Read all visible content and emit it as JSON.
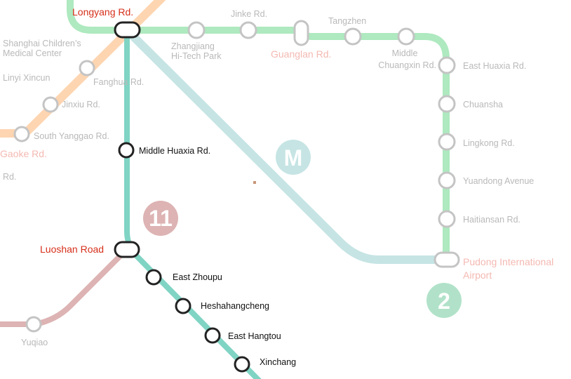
{
  "colors": {
    "line2": "#aee9bf",
    "line16": "#fdd5b1",
    "line11": "#80d4c4",
    "line11_branch": "#ddb3b3",
    "maglev": "#c6e4e4",
    "transfer_label": "#d62f1a",
    "other_line_label": "#f4b9b2"
  },
  "badges": {
    "maglev": "M",
    "line11": "11",
    "line2": "2"
  },
  "transfers": {
    "longyang": "Longyang Rd.",
    "luoshan": "Luoshan Road",
    "guanglan": "Guanglan Rd.",
    "pudong_airport_1": "Pudong International",
    "pudong_airport_2": "Airport",
    "gaoke": "Gaoke Rd."
  },
  "line2_stations": {
    "zhangjiang_1": "Zhangjiang",
    "zhangjiang_2": "Hi-Tech Park",
    "jinke": "Jinke Rd.",
    "tangzhen": "Tangzhen",
    "chuangxin_1": "Middle",
    "chuangxin_2": "Chuangxin Rd.",
    "east_huaxia": "East Huaxia Rd.",
    "chuansha": "Chuansha",
    "lingkong": "Lingkong Rd.",
    "yuandong": "Yuandong Avenue",
    "haitiansan": "Haitiansan Rd."
  },
  "line16_stations": {
    "childrens_1": "Shanghai Children’s",
    "childrens_2": "Medical Center",
    "linyi": "Linyi Xincun",
    "fanghua": "Fanghua Rd.",
    "jinxiu": "Jinxiu Rd.",
    "south_yanggao": "South Yanggao Rd.",
    "rd": "Rd."
  },
  "line11_stations": {
    "middle_huaxia": "Middle Huaxia Rd.",
    "east_zhoupu": "East Zhoupu",
    "heshahangcheng": "Heshahangcheng",
    "east_hangtou": "East Hangtou",
    "xinchang": "Xinchang",
    "yuqiao": "Yuqiao"
  }
}
